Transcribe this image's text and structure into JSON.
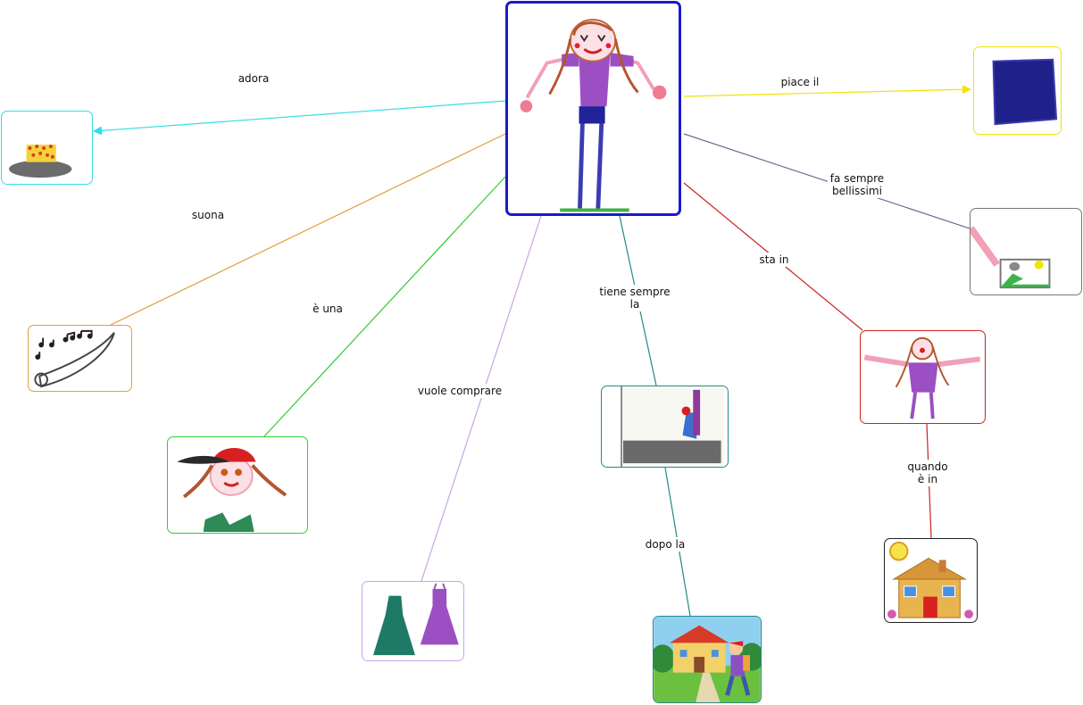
{
  "map": {
    "colors": {
      "center": "#1a1acc",
      "adora": "#33dde6",
      "piace": "#f2e400",
      "suona": "#e0a040",
      "fa": "#6e6e99",
      "euna": "#33cc33",
      "vuole": "#c8a4e6",
      "tiene": "#238a8a",
      "sta": "#cc2222",
      "dopo": "#238a8a",
      "quando": "#cc2222"
    },
    "links": {
      "adora": "adora",
      "piace": "piace il",
      "suona": "suona",
      "fa": "fa sempre\nbellissimi",
      "euna": "è una",
      "vuole": "vuole comprare",
      "tiene": "tiene sempre\nla",
      "sta": "sta in",
      "dopo": "dopo la",
      "quando": "quando\nè in"
    }
  }
}
